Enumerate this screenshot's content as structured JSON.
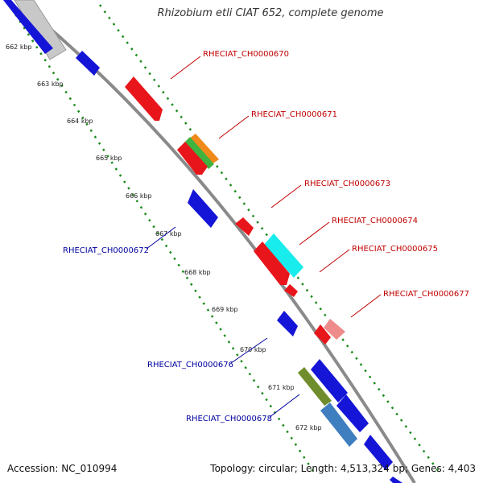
{
  "title": "Rhizobium etli CIAT 652, complete genome",
  "accession": {
    "label": "Accession:",
    "value": "NC_010994"
  },
  "summary": {
    "topology_label": "Topology:",
    "topology": "circular",
    "length_label": "Length:",
    "length": "4,513,324 bp",
    "genes_label": "Genes:",
    "genes": "4,403"
  },
  "ticks": [
    "662 kbp",
    "663 kbp",
    "664 kbp",
    "665 kbp",
    "666 kbp",
    "667 kbp",
    "668 kbp",
    "669 kbp",
    "670 kbp",
    "671 kbp",
    "672 kbp"
  ],
  "gene_labels": {
    "forward": [
      "RHECIAT_CH0000670",
      "RHECIAT_CH0000671",
      "RHECIAT_CH0000673",
      "RHECIAT_CH0000674",
      "RHECIAT_CH0000675",
      "RHECIAT_CH0000677"
    ],
    "reverse": [
      "RHECIAT_CH0000672",
      "RHECIAT_CH0000676",
      "RHECIAT_CH0000678"
    ]
  },
  "colors": {
    "red": "#e8161b",
    "blue": "#1515d8",
    "cyan": "#19ecec",
    "orange": "#f08a1a",
    "green": "#3fb33f",
    "olive": "#6f8d2c",
    "pink": "#ee8c8c",
    "steel": "#3f7fc0",
    "silver": "#c8c8c8",
    "backbone": "#8a8a8a",
    "forward_label": "#c00000",
    "reverse_label": "#00009f",
    "dots": "#1a8a1a"
  }
}
